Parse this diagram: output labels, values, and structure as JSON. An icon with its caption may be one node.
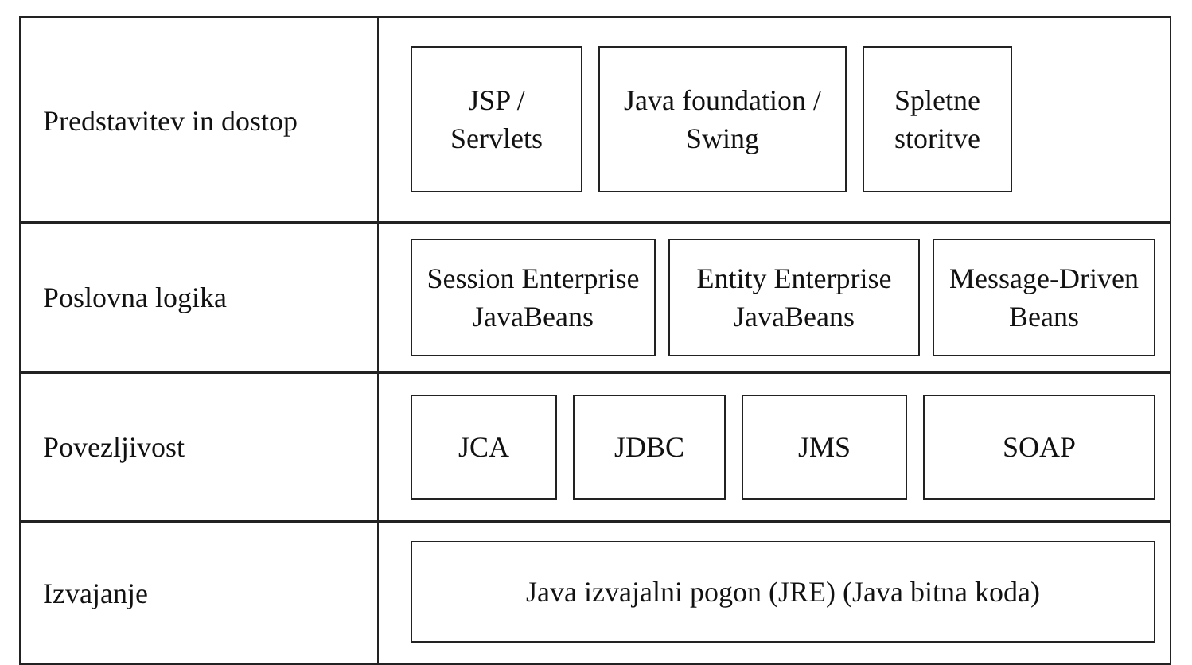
{
  "diagram": {
    "nodes": [
      {
        "text": [
          "Predstavitev in dostop"
        ]
      },
      {
        "text": [
          "JSP / Servlets"
        ],
        "in": 0
      },
      {
        "text": [
          "Java foundation / Swing"
        ],
        "in": 0
      },
      {
        "text": [
          "Spletne storitve"
        ],
        "in": 0
      },
      {
        "text": [
          "Poslovna logika"
        ]
      },
      {
        "text": [
          "Session Enterprise JavaBeans"
        ],
        "in": 4
      },
      {
        "text": [
          "Entity Enterprise JavaBeans"
        ],
        "in": 4
      },
      {
        "text": [
          "Message-Driven Beans"
        ],
        "in": 4
      },
      {
        "text": [
          "Povezljivost"
        ]
      },
      {
        "text": [
          "JCA"
        ],
        "in": 8
      },
      {
        "text": [
          "JDBC"
        ],
        "in": 8
      },
      {
        "text": [
          "JMS"
        ],
        "in": 8
      },
      {
        "text": [
          "SOAP"
        ],
        "in": 8
      },
      {
        "text": [
          "Izvajanje"
        ]
      },
      {
        "text": [
          "Java izvajalni pogon (JRE) (Java bitna koda)"
        ],
        "in": 13
      }
    ],
    "edges": []
  }
}
